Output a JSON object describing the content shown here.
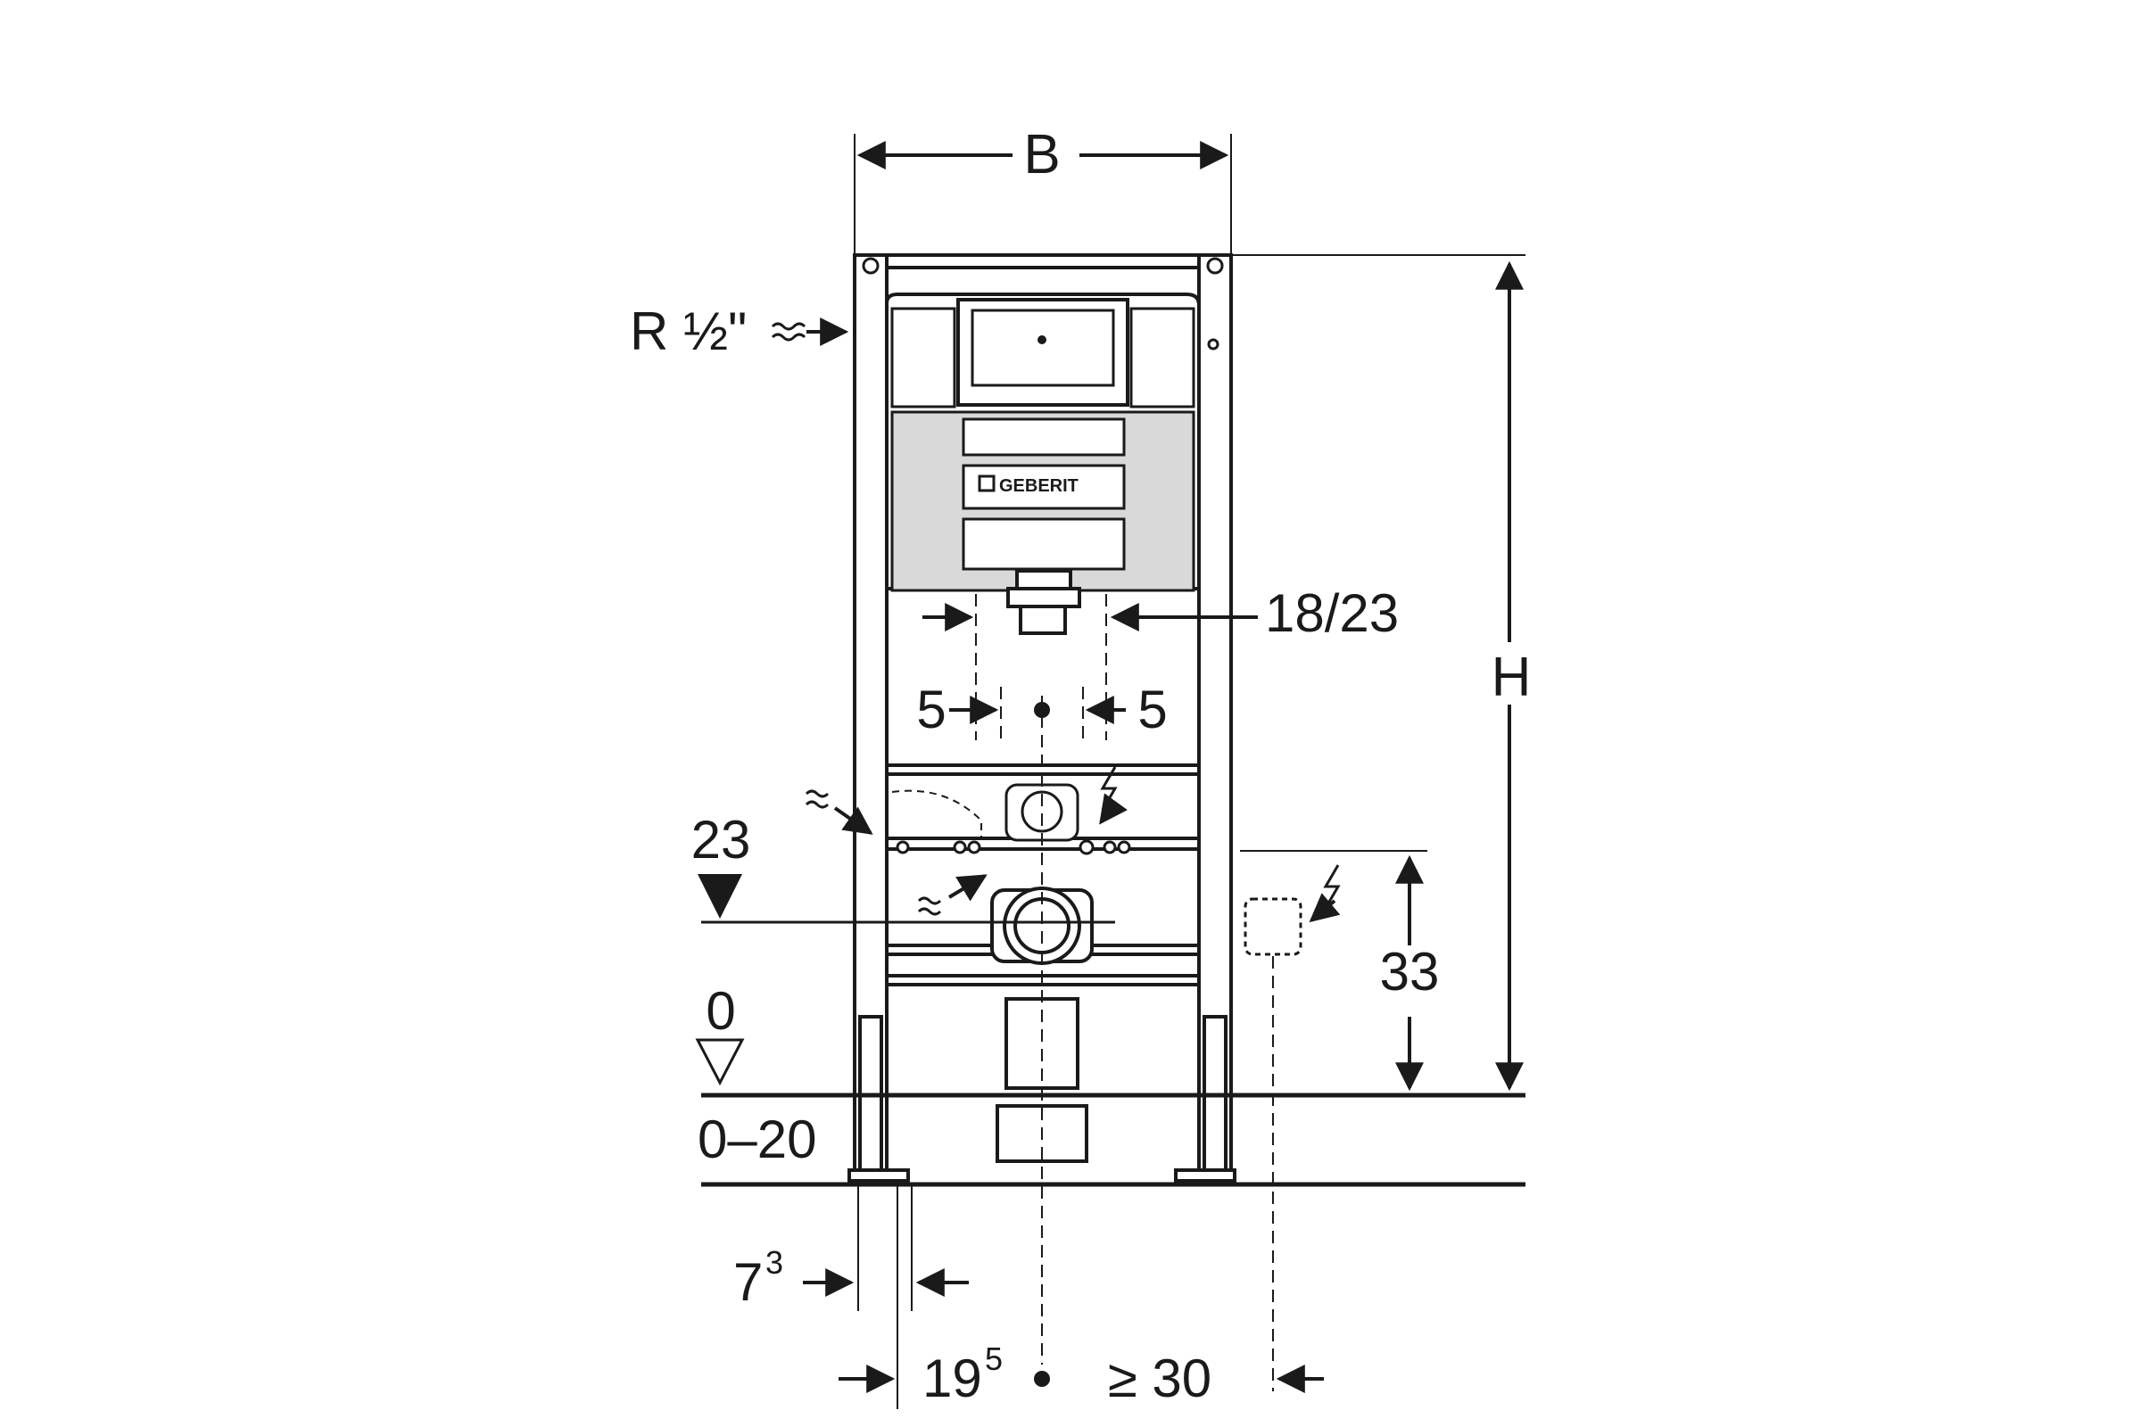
{
  "labels": {
    "width": "B",
    "height": "H",
    "water_connection": "R ½\"",
    "flush_pipe": "18/23",
    "offset_left": "5",
    "offset_right": "5",
    "drain_height": "23",
    "floor_level": "0",
    "floor_range": "0–20",
    "foot_depth_base": "7",
    "foot_depth_sup": "3",
    "wall_dist_base": "19",
    "wall_dist_sup": "5",
    "min_dist": "≥ 30",
    "socket_height": "33",
    "logo": "GEBERIT"
  },
  "colors": {
    "line": "#1a1a1a",
    "panel": "#d9d9d9"
  }
}
